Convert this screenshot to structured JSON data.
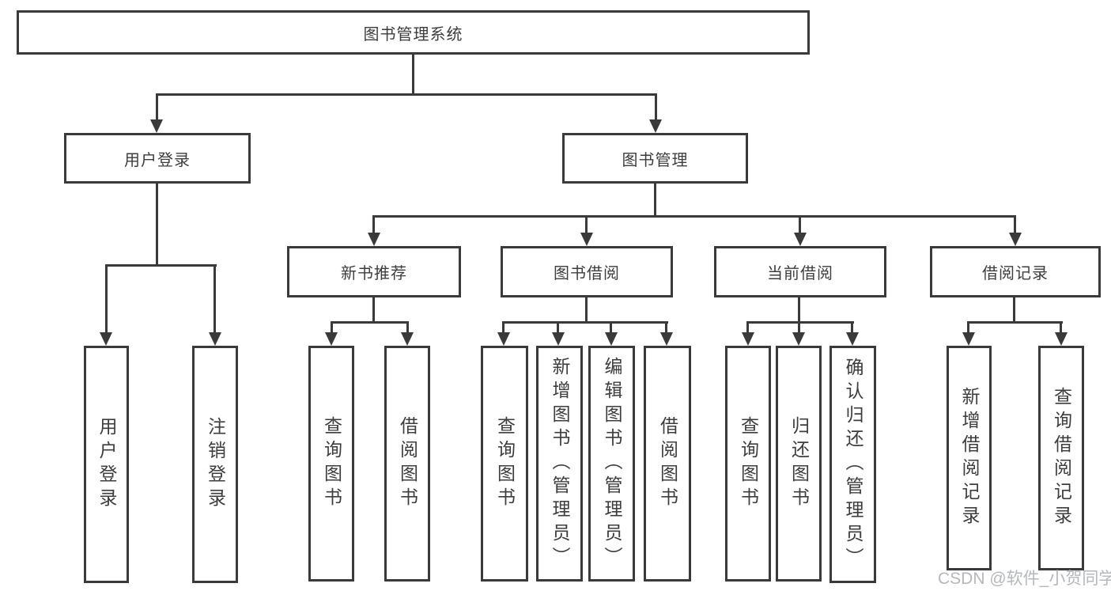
{
  "tree": {
    "root": "图书管理系统",
    "branches": [
      {
        "label": "用户登录",
        "leaves": [
          "用户登录",
          "注销登录"
        ]
      },
      {
        "label": "图书管理",
        "groups": [
          {
            "label": "新书推荐",
            "leaves": [
              "查询图书",
              "借阅图书"
            ]
          },
          {
            "label": "图书借阅",
            "leaves": [
              "查询图书",
              "新增图书（管理员）",
              "编辑图书（管理员）",
              "借阅图书"
            ]
          },
          {
            "label": "当前借阅",
            "leaves": [
              "查询图书",
              "归还图书",
              "确认归还（管理员）"
            ]
          },
          {
            "label": "借阅记录",
            "leaves": [
              "新增借阅记录",
              "查询借阅记录"
            ]
          }
        ]
      }
    ]
  },
  "watermark": "CSDN @软件_小贺同学",
  "colors": {
    "line": "#3a3a3a",
    "text": "#3d3d3d",
    "watermark_text": "#b4b7bb",
    "background": "#ffffff"
  }
}
